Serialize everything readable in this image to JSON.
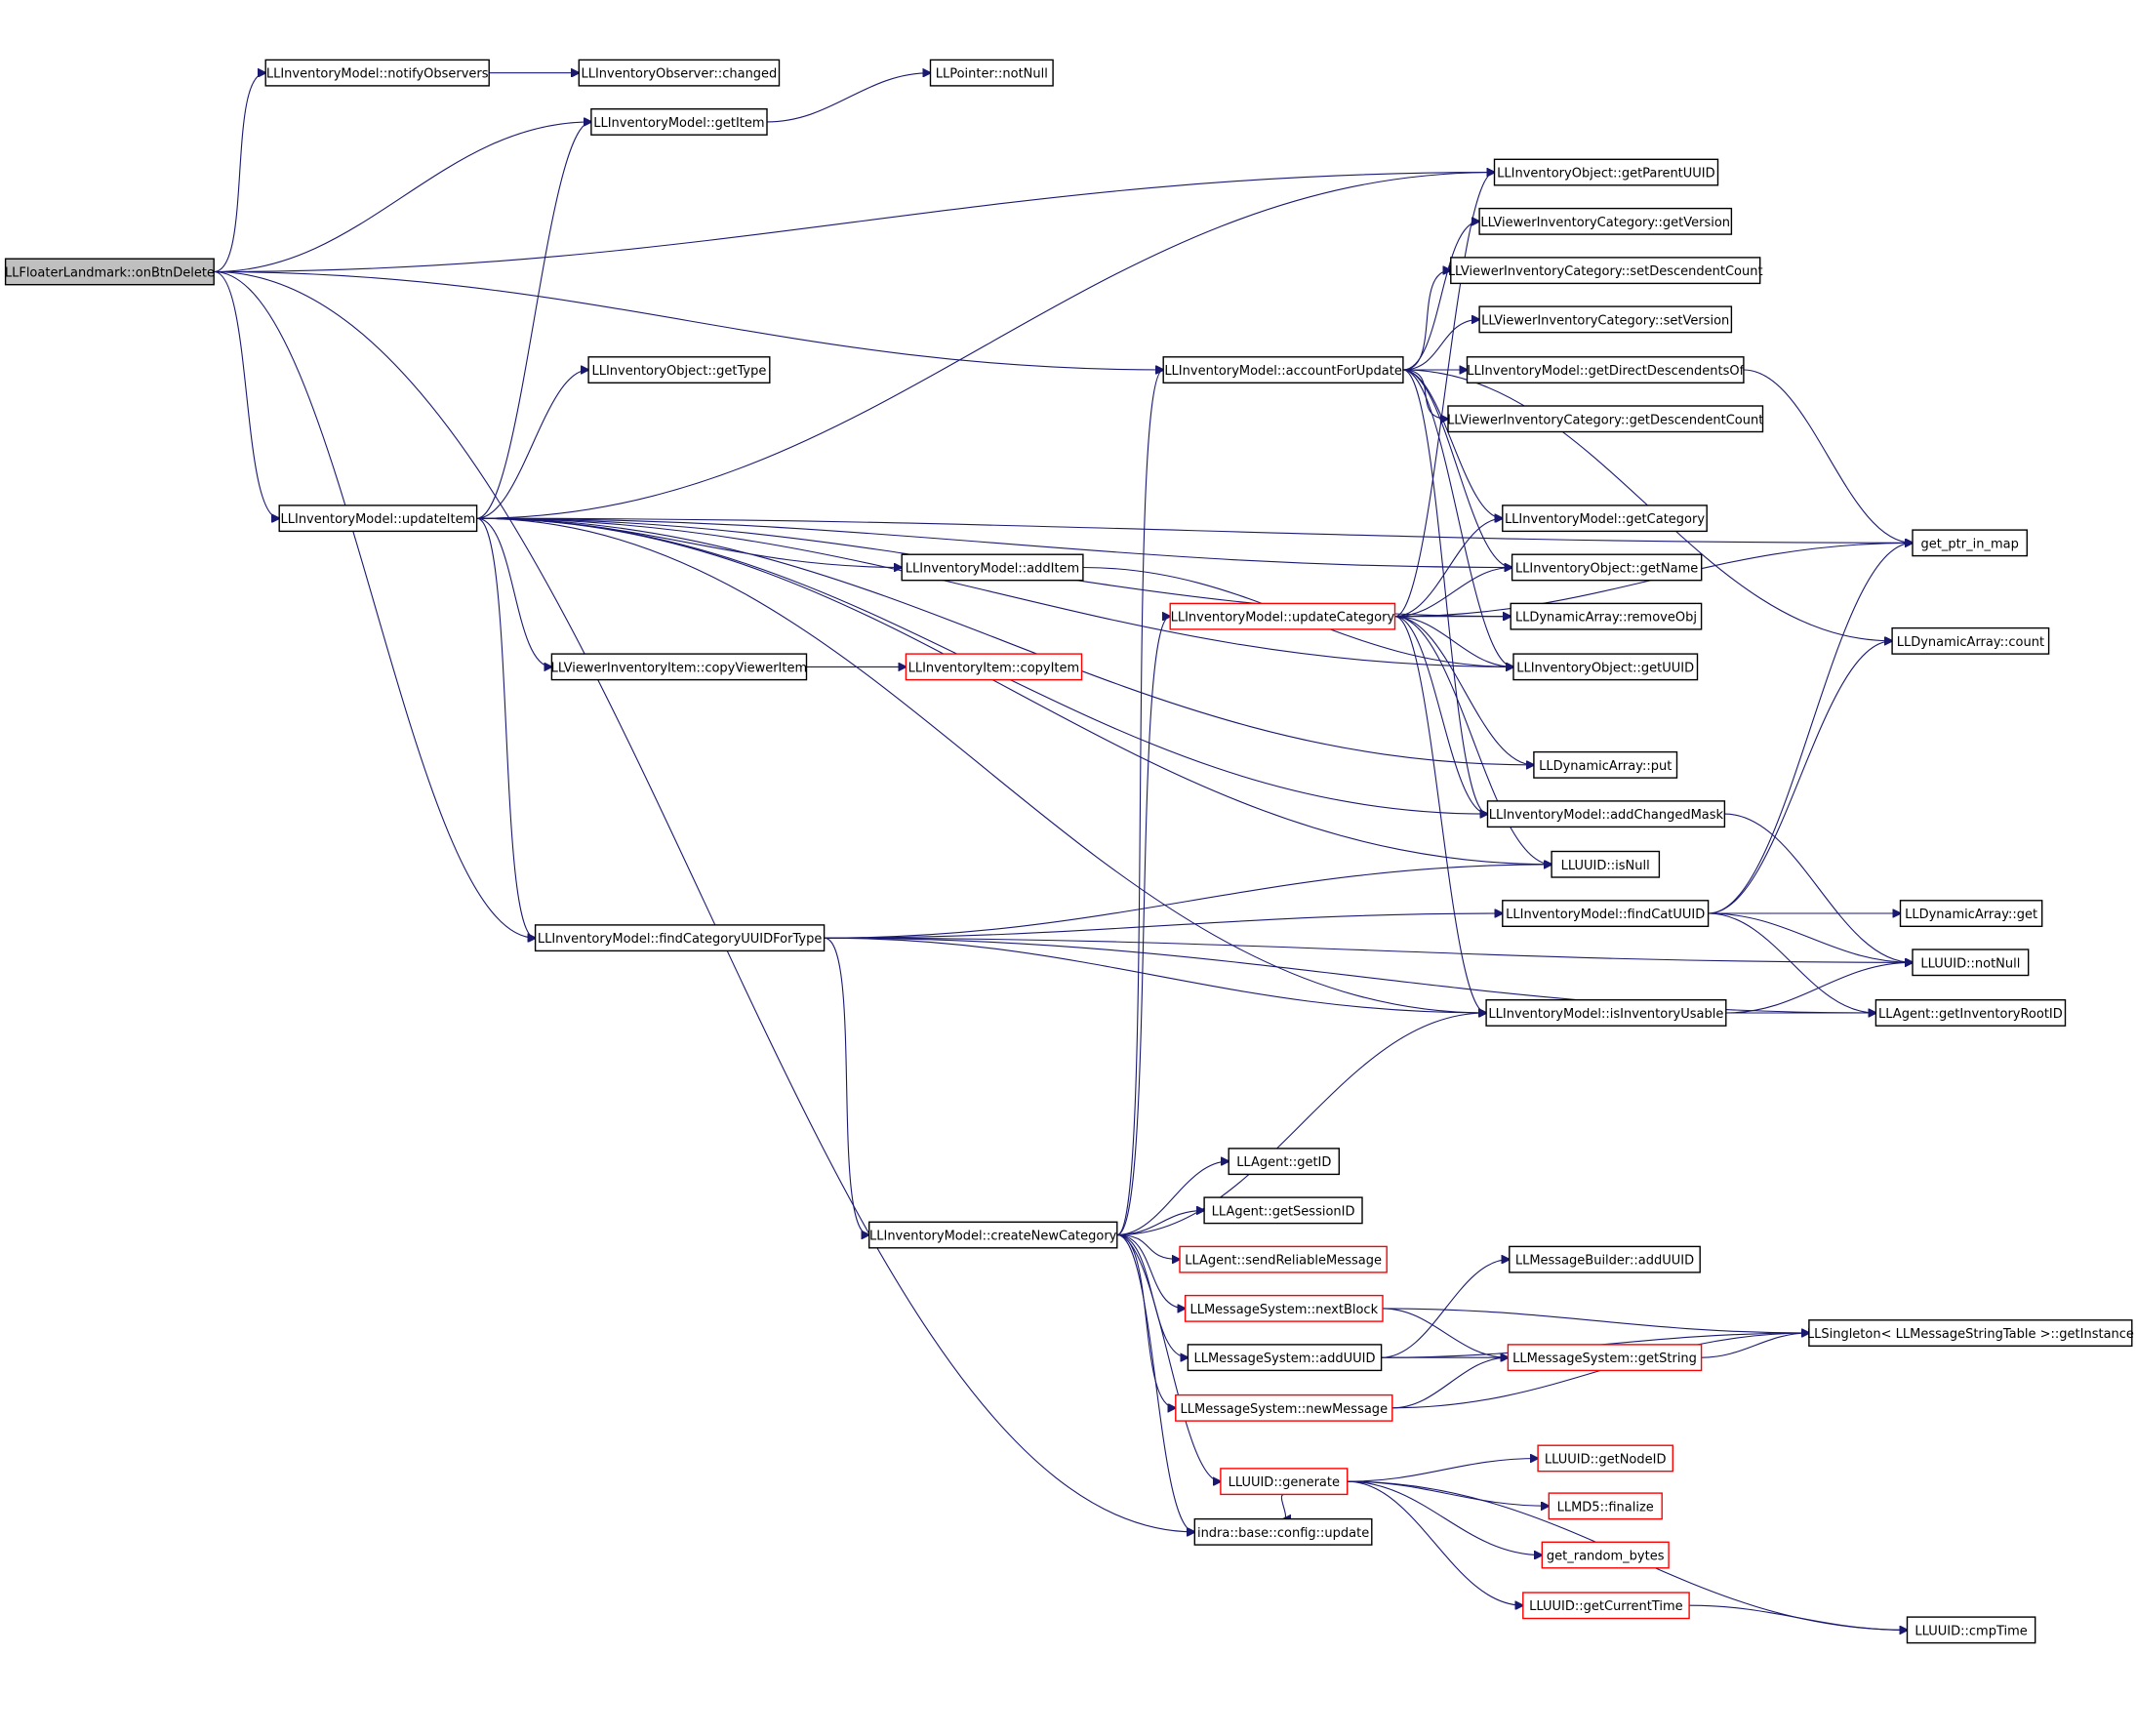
{
  "graph": {
    "title": "",
    "colors": {
      "edge": "#191970",
      "box": "#000000",
      "red_box": "#ff0000",
      "root_fill": "#bfbfbf",
      "background": "#ffffff"
    },
    "nodes": [
      {
        "id": "n0",
        "label": "LLFloaterLandmark::onBtnDelete",
        "style": "root"
      },
      {
        "id": "n1",
        "label": "LLInventoryModel::notifyObservers",
        "style": "normal"
      },
      {
        "id": "n2",
        "label": "LLInventoryObserver::changed",
        "style": "normal"
      },
      {
        "id": "n3",
        "label": "LLInventoryModel::getItem",
        "style": "normal"
      },
      {
        "id": "n4",
        "label": "LLPointer::notNull",
        "style": "normal"
      },
      {
        "id": "n5",
        "label": "LLInventoryObject::getParentUUID",
        "style": "normal"
      },
      {
        "id": "n6",
        "label": "LLViewerInventoryCategory::getVersion",
        "style": "normal"
      },
      {
        "id": "n7",
        "label": "LLViewerInventoryCategory::setDescendentCount",
        "style": "normal"
      },
      {
        "id": "n8",
        "label": "LLViewerInventoryCategory::setVersion",
        "style": "normal"
      },
      {
        "id": "n9",
        "label": "LLInventoryModel::accountForUpdate",
        "style": "normal"
      },
      {
        "id": "n10",
        "label": "LLInventoryModel::getDirectDescendentsOf",
        "style": "normal"
      },
      {
        "id": "n11",
        "label": "LLViewerInventoryCategory::getDescendentCount",
        "style": "normal"
      },
      {
        "id": "n12",
        "label": "LLInventoryObject::getType",
        "style": "normal"
      },
      {
        "id": "n13",
        "label": "LLInventoryModel::updateItem",
        "style": "normal"
      },
      {
        "id": "n14",
        "label": "LLInventoryModel::getCategory",
        "style": "normal"
      },
      {
        "id": "n15",
        "label": "get_ptr_in_map",
        "style": "normal"
      },
      {
        "id": "n16",
        "label": "LLInventoryModel::addItem",
        "style": "normal"
      },
      {
        "id": "n17",
        "label": "LLInventoryObject::getName",
        "style": "normal"
      },
      {
        "id": "n18",
        "label": "LLInventoryModel::updateCategory",
        "style": "red"
      },
      {
        "id": "n19",
        "label": "LLDynamicArray::removeObj",
        "style": "normal"
      },
      {
        "id": "n20",
        "label": "LLDynamicArray::count",
        "style": "normal"
      },
      {
        "id": "n21",
        "label": "LLViewerInventoryItem::copyViewerItem",
        "style": "normal"
      },
      {
        "id": "n22",
        "label": "LLInventoryItem::copyItem",
        "style": "red"
      },
      {
        "id": "n23",
        "label": "LLInventoryObject::getUUID",
        "style": "normal"
      },
      {
        "id": "n24",
        "label": "LLDynamicArray::put",
        "style": "normal"
      },
      {
        "id": "n25",
        "label": "LLInventoryModel::addChangedMask",
        "style": "normal"
      },
      {
        "id": "n26",
        "label": "LLUUID::isNull",
        "style": "normal"
      },
      {
        "id": "n27",
        "label": "LLInventoryModel::findCatUUID",
        "style": "normal"
      },
      {
        "id": "n28",
        "label": "LLDynamicArray::get",
        "style": "normal"
      },
      {
        "id": "n29",
        "label": "LLInventoryModel::findCategoryUUIDForType",
        "style": "normal"
      },
      {
        "id": "n30",
        "label": "LLUUID::notNull",
        "style": "normal"
      },
      {
        "id": "n31",
        "label": "LLInventoryModel::isInventoryUsable",
        "style": "normal"
      },
      {
        "id": "n32",
        "label": "LLAgent::getInventoryRootID",
        "style": "normal"
      },
      {
        "id": "n33",
        "label": "LLAgent::getID",
        "style": "normal"
      },
      {
        "id": "n34",
        "label": "LLAgent::getSessionID",
        "style": "normal"
      },
      {
        "id": "n35",
        "label": "LLInventoryModel::createNewCategory",
        "style": "normal"
      },
      {
        "id": "n36",
        "label": "LLAgent::sendReliableMessage",
        "style": "red"
      },
      {
        "id": "n37",
        "label": "LLMessageBuilder::addUUID",
        "style": "normal"
      },
      {
        "id": "n38",
        "label": "LLMessageSystem::nextBlock",
        "style": "red"
      },
      {
        "id": "n39",
        "label": "LLSingleton< LLMessageStringTable >::getInstance",
        "style": "normal"
      },
      {
        "id": "n40",
        "label": "LLMessageSystem::addUUID",
        "style": "normal"
      },
      {
        "id": "n41",
        "label": "LLMessageSystem::getString",
        "style": "red"
      },
      {
        "id": "n42",
        "label": "LLMessageSystem::newMessage",
        "style": "red"
      },
      {
        "id": "n43",
        "label": "LLUUID::getNodeID",
        "style": "red"
      },
      {
        "id": "n44",
        "label": "LLUUID::generate",
        "style": "red"
      },
      {
        "id": "n45",
        "label": "LLMD5::finalize",
        "style": "red"
      },
      {
        "id": "n46",
        "label": "indra::base::config::update",
        "style": "normal"
      },
      {
        "id": "n47",
        "label": "get_random_bytes",
        "style": "red"
      },
      {
        "id": "n48",
        "label": "LLUUID::getCurrentTime",
        "style": "red"
      },
      {
        "id": "n49",
        "label": "LLUUID::cmpTime",
        "style": "normal"
      }
    ],
    "edges": [
      [
        "n0",
        "n1"
      ],
      [
        "n0",
        "n3"
      ],
      [
        "n0",
        "n5"
      ],
      [
        "n0",
        "n9"
      ],
      [
        "n0",
        "n13"
      ],
      [
        "n0",
        "n29"
      ],
      [
        "n0",
        "n46"
      ],
      [
        "n1",
        "n2"
      ],
      [
        "n3",
        "n4"
      ],
      [
        "n13",
        "n3"
      ],
      [
        "n13",
        "n5"
      ],
      [
        "n13",
        "n15"
      ],
      [
        "n13",
        "n12"
      ],
      [
        "n13",
        "n16"
      ],
      [
        "n13",
        "n17"
      ],
      [
        "n13",
        "n19"
      ],
      [
        "n13",
        "n21"
      ],
      [
        "n13",
        "n23"
      ],
      [
        "n13",
        "n24"
      ],
      [
        "n13",
        "n25"
      ],
      [
        "n13",
        "n26"
      ],
      [
        "n13",
        "n29"
      ],
      [
        "n13",
        "n31"
      ],
      [
        "n9",
        "n6"
      ],
      [
        "n9",
        "n7"
      ],
      [
        "n9",
        "n8"
      ],
      [
        "n9",
        "n10"
      ],
      [
        "n9",
        "n11"
      ],
      [
        "n9",
        "n14"
      ],
      [
        "n9",
        "n17"
      ],
      [
        "n9",
        "n20"
      ],
      [
        "n9",
        "n23"
      ],
      [
        "n9",
        "n25"
      ],
      [
        "n10",
        "n15"
      ],
      [
        "n16",
        "n23"
      ],
      [
        "n21",
        "n22"
      ],
      [
        "n18",
        "n5"
      ],
      [
        "n18",
        "n14"
      ],
      [
        "n18",
        "n17"
      ],
      [
        "n18",
        "n19"
      ],
      [
        "n18",
        "n23"
      ],
      [
        "n18",
        "n15"
      ],
      [
        "n18",
        "n24"
      ],
      [
        "n18",
        "n25"
      ],
      [
        "n18",
        "n26"
      ],
      [
        "n18",
        "n31"
      ],
      [
        "n25",
        "n30"
      ],
      [
        "n27",
        "n15"
      ],
      [
        "n27",
        "n20"
      ],
      [
        "n27",
        "n28"
      ],
      [
        "n27",
        "n30"
      ],
      [
        "n27",
        "n32"
      ],
      [
        "n29",
        "n26"
      ],
      [
        "n29",
        "n27"
      ],
      [
        "n29",
        "n30"
      ],
      [
        "n29",
        "n31"
      ],
      [
        "n29",
        "n32"
      ],
      [
        "n29",
        "n35"
      ],
      [
        "n31",
        "n32"
      ],
      [
        "n31",
        "n30"
      ],
      [
        "n35",
        "n9"
      ],
      [
        "n35",
        "n18"
      ],
      [
        "n35",
        "n31"
      ],
      [
        "n35",
        "n33"
      ],
      [
        "n35",
        "n34"
      ],
      [
        "n35",
        "n36"
      ],
      [
        "n35",
        "n38"
      ],
      [
        "n35",
        "n40"
      ],
      [
        "n35",
        "n42"
      ],
      [
        "n35",
        "n44"
      ],
      [
        "n35",
        "n46"
      ],
      [
        "n38",
        "n41"
      ],
      [
        "n38",
        "n39"
      ],
      [
        "n40",
        "n37"
      ],
      [
        "n40",
        "n41"
      ],
      [
        "n40",
        "n39"
      ],
      [
        "n41",
        "n39"
      ],
      [
        "n42",
        "n41"
      ],
      [
        "n42",
        "n39"
      ],
      [
        "n44",
        "n43"
      ],
      [
        "n44",
        "n45"
      ],
      [
        "n44",
        "n46"
      ],
      [
        "n44",
        "n47"
      ],
      [
        "n44",
        "n48"
      ],
      [
        "n44",
        "n49"
      ],
      [
        "n48",
        "n49"
      ]
    ]
  }
}
